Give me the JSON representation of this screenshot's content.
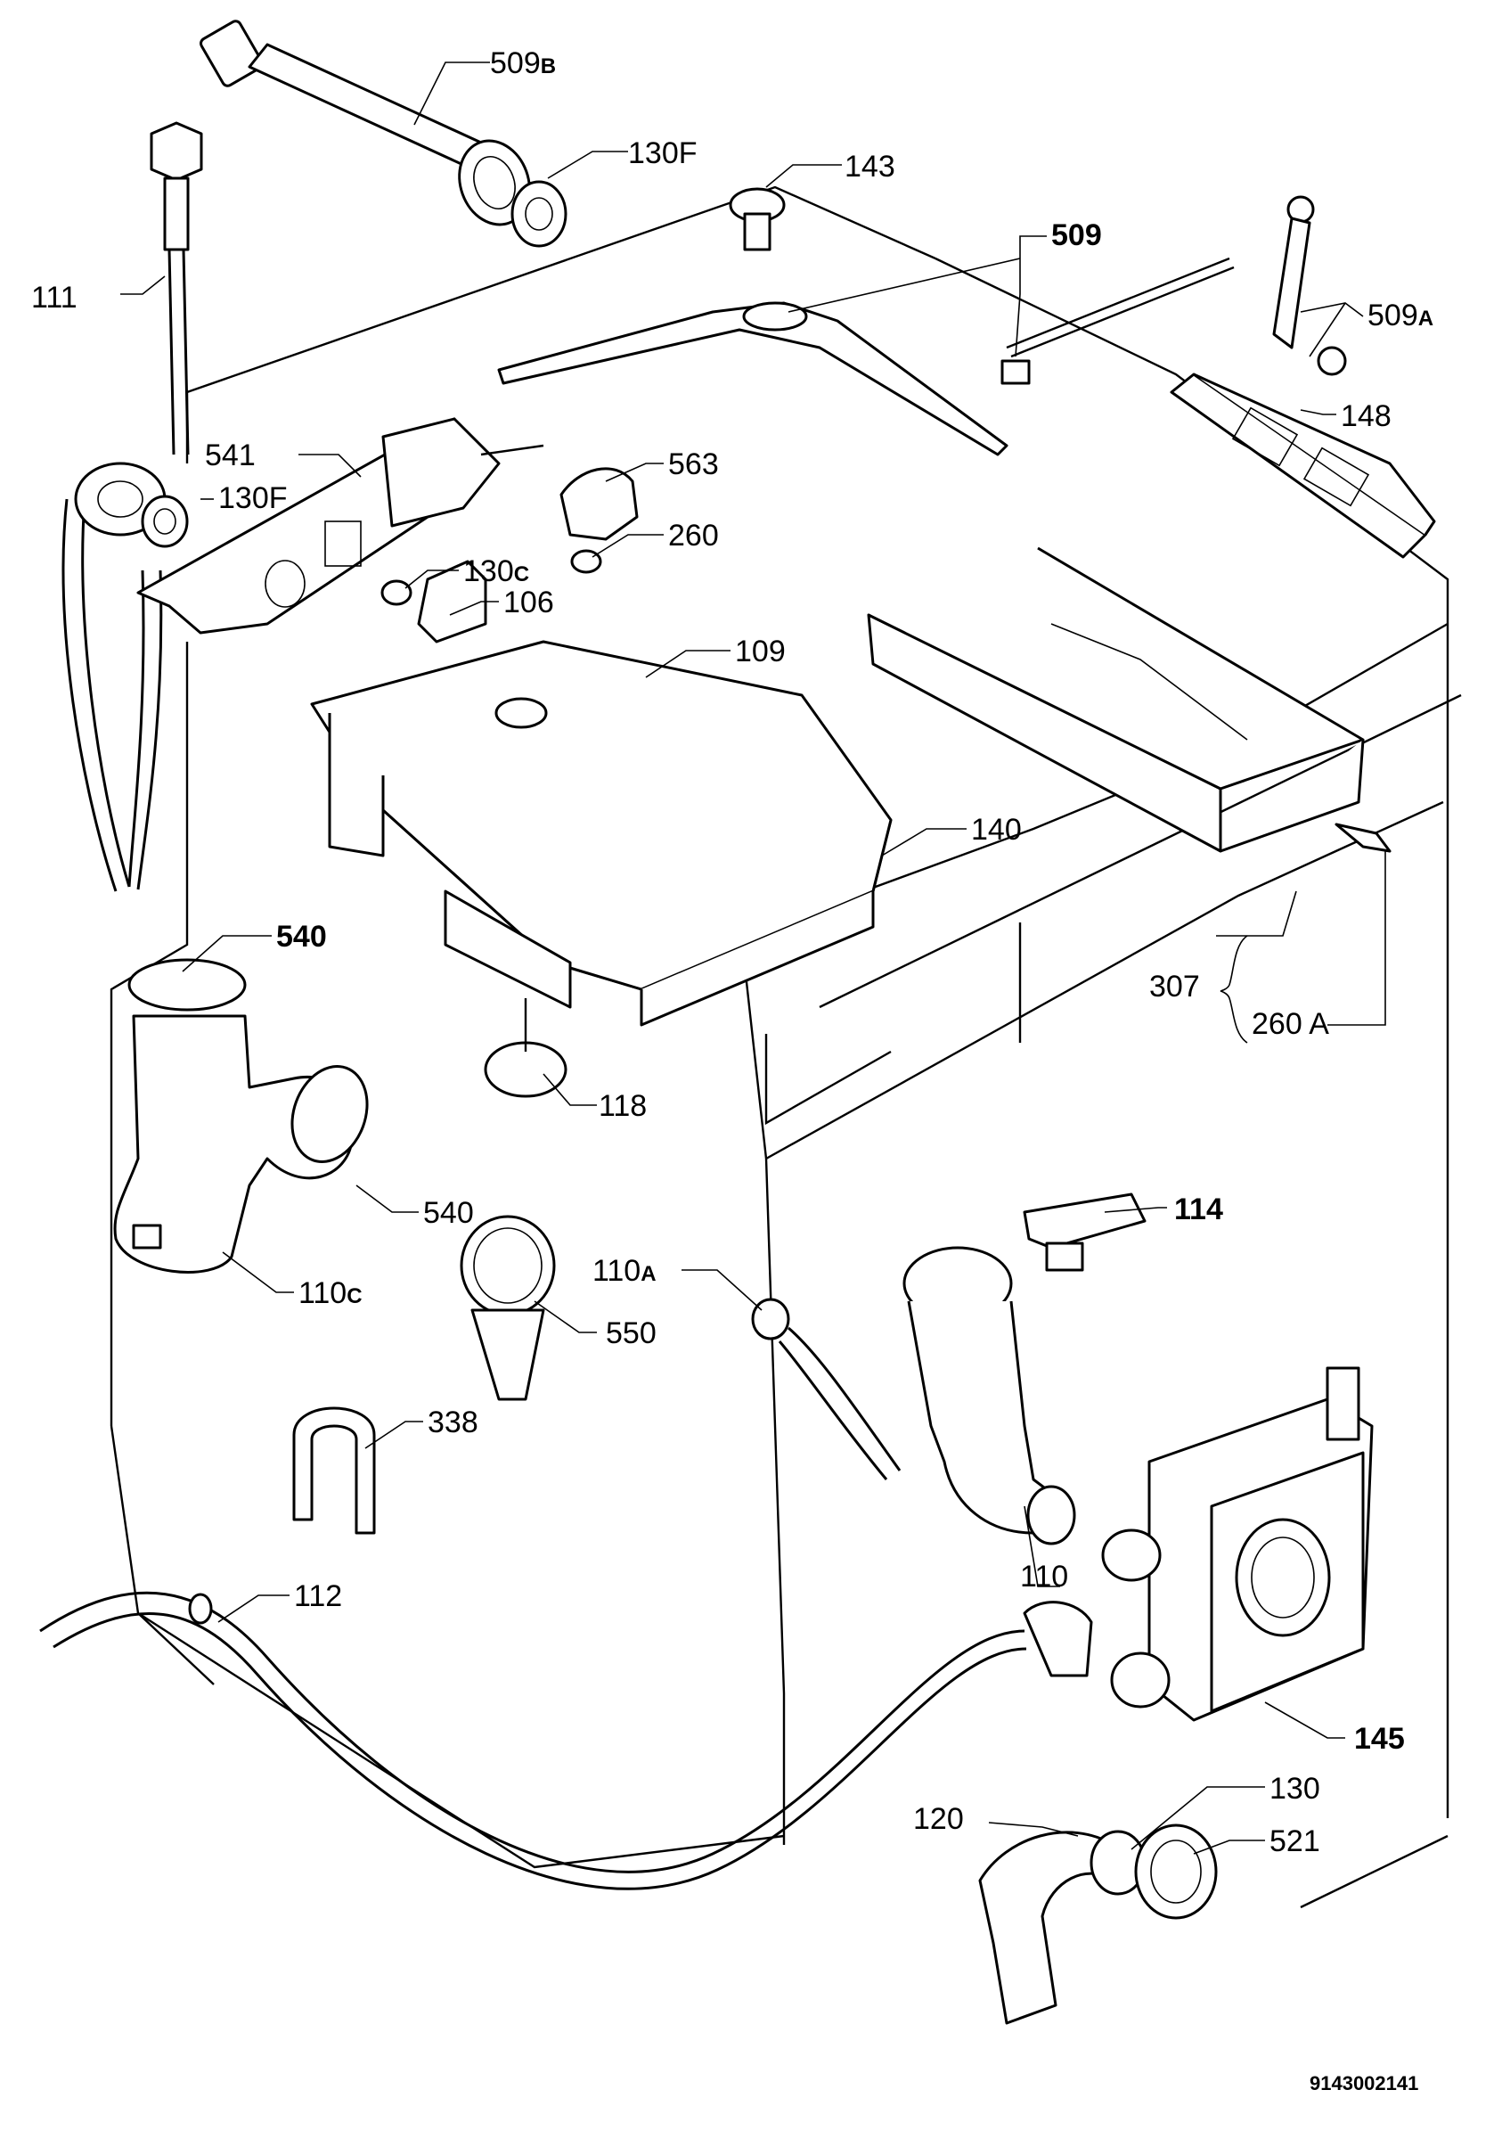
{
  "labels": [
    {
      "id": "509B",
      "main": "509",
      "suffix": "B",
      "bold": false,
      "x": 0,
      "y": 0
    },
    {
      "id": "130F-top",
      "main": "130F",
      "suffix": "",
      "bold": false
    },
    {
      "id": "143",
      "main": "143",
      "suffix": "",
      "bold": false
    },
    {
      "id": "509",
      "main": "509",
      "suffix": "",
      "bold": true
    },
    {
      "id": "111",
      "main": "111",
      "suffix": "",
      "bold": false
    },
    {
      "id": "509A",
      "main": "509",
      "suffix": "A",
      "bold": false
    },
    {
      "id": "148",
      "main": "148",
      "suffix": "",
      "bold": false
    },
    {
      "id": "541",
      "main": "541",
      "suffix": "",
      "bold": false
    },
    {
      "id": "563",
      "main": "563",
      "suffix": "",
      "bold": false
    },
    {
      "id": "130F-left",
      "main": "130F",
      "suffix": "",
      "bold": false
    },
    {
      "id": "260",
      "main": "260",
      "suffix": "",
      "bold": false
    },
    {
      "id": "130C",
      "main": "130",
      "suffix": "C",
      "bold": false
    },
    {
      "id": "106",
      "main": "106",
      "suffix": "",
      "bold": false
    },
    {
      "id": "109",
      "main": "109",
      "suffix": "",
      "bold": false
    },
    {
      "id": "140",
      "main": "140",
      "suffix": "",
      "bold": false
    },
    {
      "id": "540-top",
      "main": "540",
      "suffix": "",
      "bold": true
    },
    {
      "id": "307",
      "main": "307",
      "suffix": "",
      "bold": false
    },
    {
      "id": "260A",
      "main": "260 A",
      "suffix": "",
      "bold": false
    },
    {
      "id": "118",
      "main": "118",
      "suffix": "",
      "bold": false
    },
    {
      "id": "540-mid",
      "main": "540",
      "suffix": "",
      "bold": false
    },
    {
      "id": "114",
      "main": "114",
      "suffix": "",
      "bold": true
    },
    {
      "id": "110C",
      "main": "110",
      "suffix": "C",
      "bold": false
    },
    {
      "id": "110A",
      "main": "110",
      "suffix": "A",
      "bold": false
    },
    {
      "id": "550",
      "main": "550",
      "suffix": "",
      "bold": false
    },
    {
      "id": "338",
      "main": "338",
      "suffix": "",
      "bold": false
    },
    {
      "id": "112",
      "main": "112",
      "suffix": "",
      "bold": false
    },
    {
      "id": "110",
      "main": "110",
      "suffix": "",
      "bold": false
    },
    {
      "id": "145",
      "main": "145",
      "suffix": "",
      "bold": true
    },
    {
      "id": "130",
      "main": "130",
      "suffix": "",
      "bold": false
    },
    {
      "id": "120",
      "main": "120",
      "suffix": "",
      "bold": false
    },
    {
      "id": "521",
      "main": "521",
      "suffix": "",
      "bold": false
    }
  ],
  "drawing_code": "9143002141"
}
